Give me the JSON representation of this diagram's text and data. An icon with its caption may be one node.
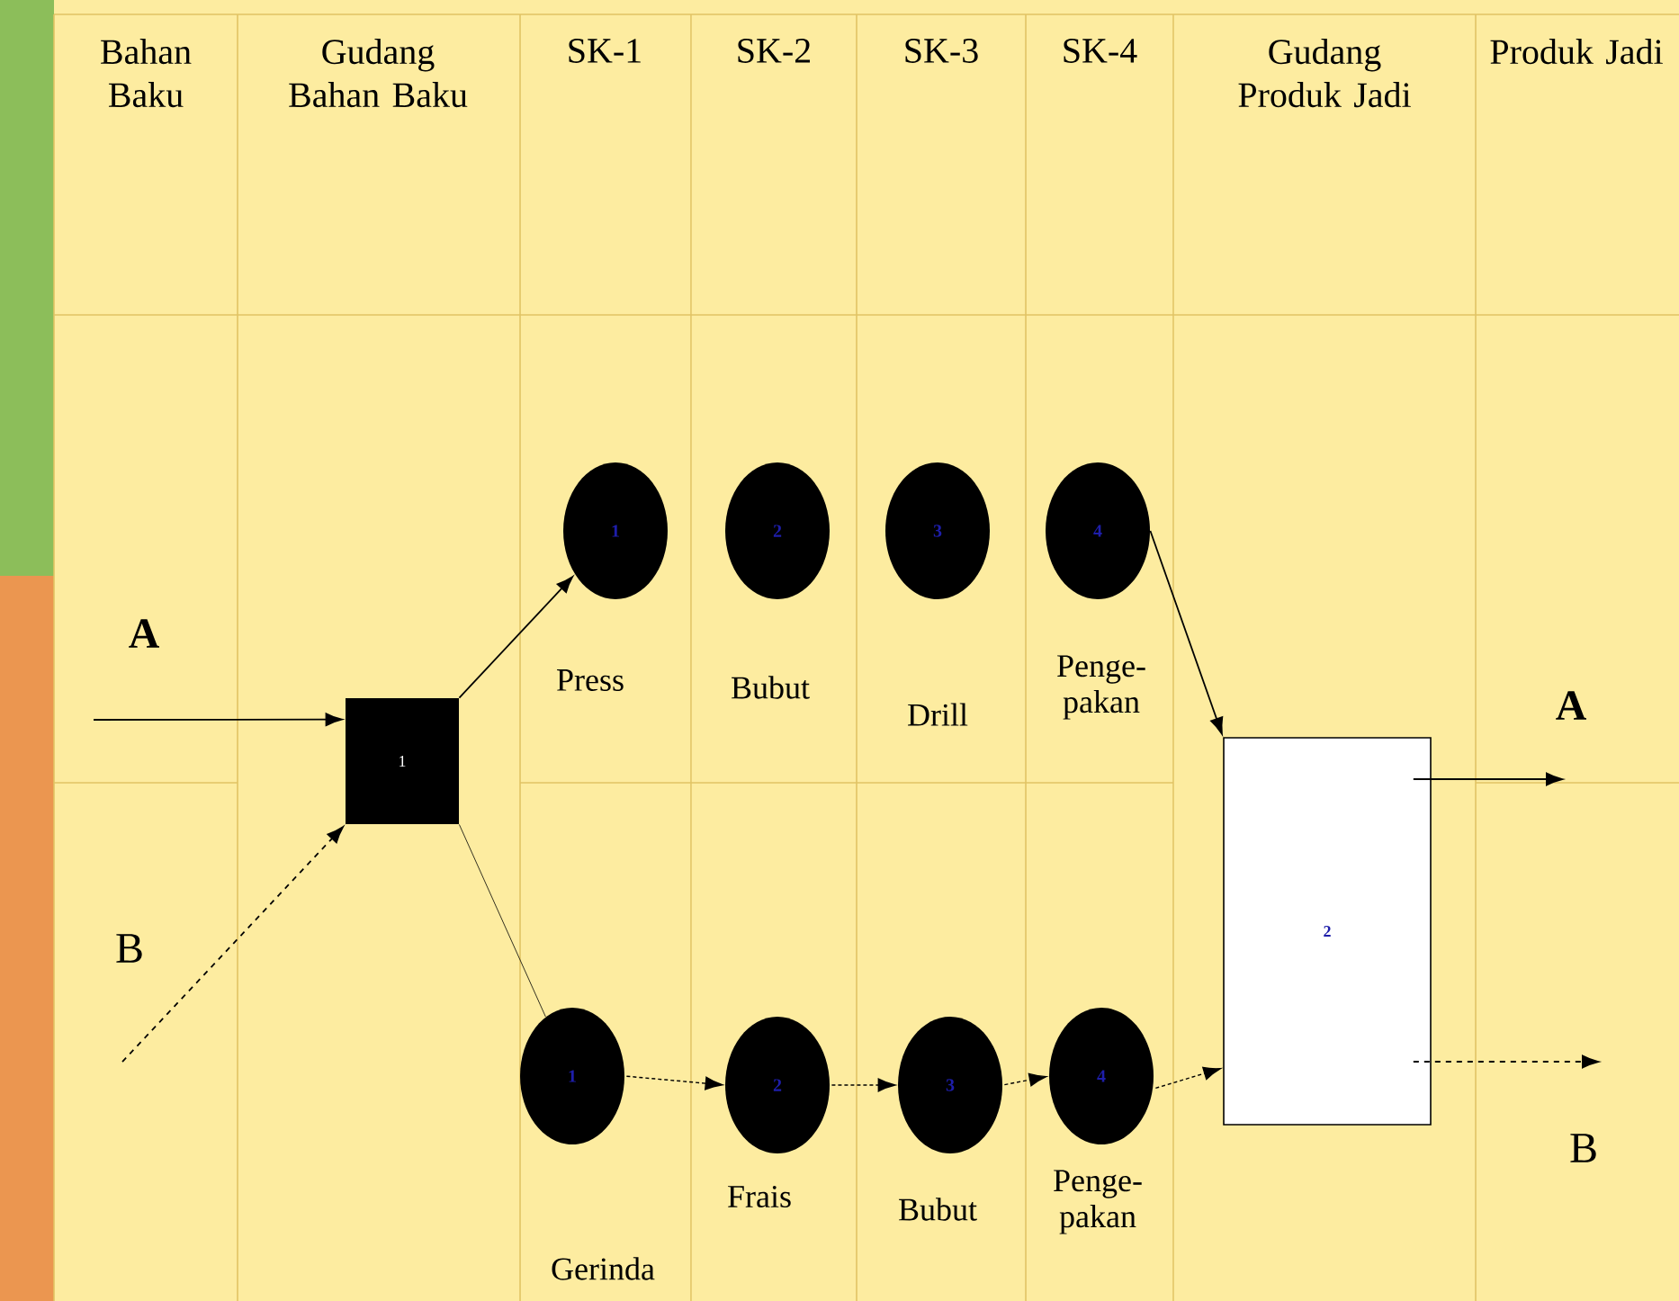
{
  "diagram": {
    "nodes": [
      {
        "text": [
          "1"
        ]
      },
      {
        "text": [
          "1"
        ],
        "beside": [
          "Press"
        ]
      },
      {
        "text": [
          "2"
        ],
        "beside": [
          "Bubut"
        ]
      },
      {
        "text": [
          "3"
        ],
        "beside": [
          "Drill"
        ]
      },
      {
        "text": [
          "4"
        ],
        "beside": [
          "Penge- pakan"
        ]
      },
      {
        "text": [
          "1"
        ],
        "beside": [
          "Gerinda"
        ]
      },
      {
        "text": [
          "2"
        ],
        "beside": [
          "Frais"
        ]
      },
      {
        "text": [
          "3"
        ],
        "beside": [
          "Bubut"
        ]
      },
      {
        "text": [
          "4"
        ],
        "beside": [
          "Penge- pakan"
        ]
      },
      {
        "text": [
          "2"
        ]
      }
    ],
    "edges": [
      {
        "from": null,
        "to": 0,
        "arrow": "to"
      },
      {
        "from": null,
        "to": 0,
        "arrow": "to",
        "style": "dashed"
      },
      {
        "from": 0,
        "to": 1,
        "arrow": "to"
      },
      {
        "from": 0,
        "to": 5,
        "arrow": "none"
      },
      {
        "from": 4,
        "to": 9,
        "arrow": "to"
      },
      {
        "from": 5,
        "to": 6,
        "arrow": "to",
        "style": "dashed"
      },
      {
        "from": 6,
        "to": 7,
        "arrow": "to",
        "style": "dashed"
      },
      {
        "from": 7,
        "to": 8,
        "arrow": "to",
        "style": "dashed"
      },
      {
        "from": 8,
        "to": 9,
        "arrow": "to",
        "style": "dashed"
      },
      {
        "from": 9,
        "to": null,
        "arrow": "to"
      },
      {
        "from": 9,
        "to": null,
        "arrow": "to",
        "style": "dashed"
      }
    ],
    "labels": [
      "Bahan Baku",
      "Gudang Bahan Baku",
      "SK-1",
      "SK-2",
      "SK-3",
      "SK-4",
      "Gudang Produk Jadi",
      "Produk Jadi",
      "A",
      "B",
      "A",
      "B"
    ]
  }
}
